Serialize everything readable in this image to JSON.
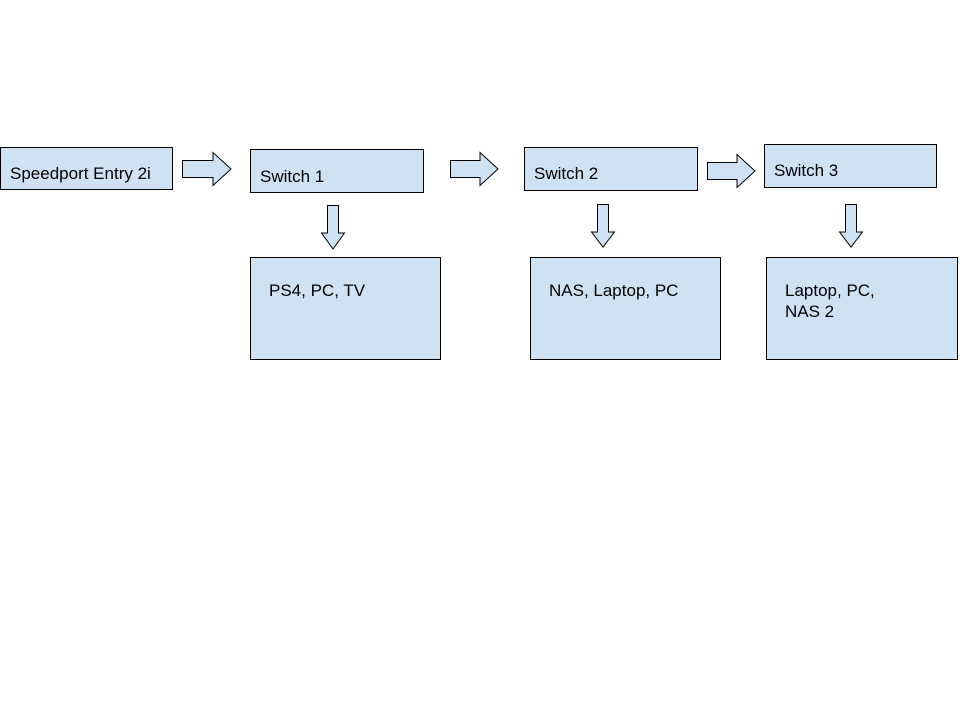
{
  "diagram": {
    "colors": {
      "box_fill": "#cfe2f3",
      "stroke": "#000000",
      "text": "#000000",
      "background": "#ffffff"
    },
    "router": {
      "label": "Speedport Entry 2i"
    },
    "switches": [
      {
        "label": "Switch 1",
        "devices": "PS4, PC, TV"
      },
      {
        "label": "Switch 2",
        "devices": "NAS, Laptop, PC"
      },
      {
        "label": "Switch 3",
        "devices": "Laptop, PC,\nNAS  2"
      }
    ]
  }
}
